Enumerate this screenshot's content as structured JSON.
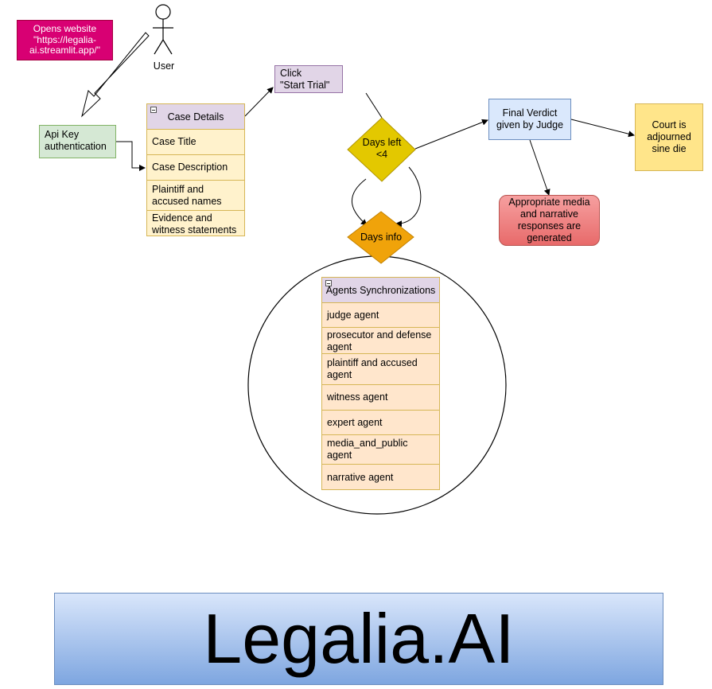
{
  "note": {
    "line1": "Opens website",
    "line2": "\"https://legalia-",
    "line3": "ai.streamlit.app/\""
  },
  "user": {
    "label": "User"
  },
  "api_key": {
    "line1": "Api Key",
    "line2": "authentication"
  },
  "case_details": {
    "title": "Case Details",
    "rows": [
      {
        "line1": "Case Title",
        "line2": ""
      },
      {
        "line1": "Case Description",
        "line2": ""
      },
      {
        "line1": "Plaintiff and",
        "line2": "accused names"
      },
      {
        "line1": "Evidence and",
        "line2": "witness statements"
      }
    ]
  },
  "click": {
    "line1": "Click",
    "line2": "\"Start Trial\""
  },
  "days_left": {
    "line1": "Days left",
    "line2": "<4"
  },
  "days_info": {
    "label": "Days info"
  },
  "verdict": {
    "line1": "Final Verdict",
    "line2": "given by Judge"
  },
  "court": {
    "line1": "Court is",
    "line2": "adjourned",
    "line3": "sine die"
  },
  "media": {
    "line1": "Appropriate media",
    "line2": "and narrative",
    "line3": "responses are",
    "line4": "generated"
  },
  "agents": {
    "title": "Agents Synchronizations",
    "rows": [
      {
        "line1": "judge agent",
        "line2": ""
      },
      {
        "line1": "prosecutor and defense",
        "line2": "agent"
      },
      {
        "line1": "plaintiff and accused",
        "line2": "agent"
      },
      {
        "line1": "witness agent",
        "line2": ""
      },
      {
        "line1": "expert agent",
        "line2": ""
      },
      {
        "line1": "media_and_public",
        "line2": "agent"
      },
      {
        "line1": "narrative agent",
        "line2": ""
      }
    ]
  },
  "banner": {
    "text": "Legalia.AI"
  },
  "colors": {
    "note": "#d80073",
    "api_key": "#d5e8d4",
    "click": "#e1d5e7",
    "days_left": "#e3c800",
    "days_info": "#f0a30a",
    "verdict": "#dae8fc",
    "court": "#ffe58a",
    "media": "#f08383",
    "list_row": "#ffe6cc",
    "case_row": "#fff2cc",
    "banner": "#7ea6e0"
  }
}
